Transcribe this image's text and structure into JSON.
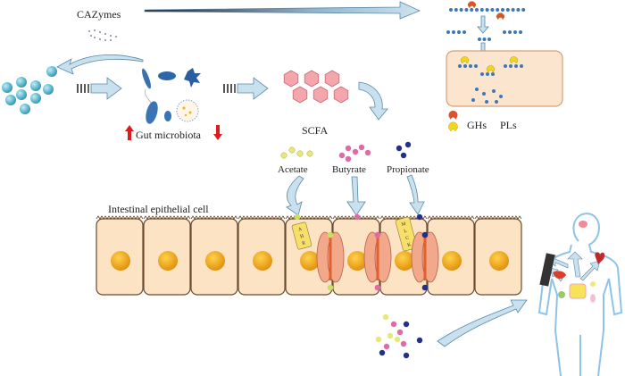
{
  "labels": {
    "cazymes": "CAZymes",
    "gut_microbiota": "Gut microbiota",
    "scfa": "SCFA",
    "acetate": "Acetate",
    "butyrate": "Butyrate",
    "propionate": "Propionate",
    "intestinal_cell": "Intestinal epithelial cell",
    "ahr": [
      "A",
      "H",
      "R"
    ],
    "mlck": [
      "M",
      "L",
      "C",
      "K"
    ],
    "ghs": "GHs",
    "pls": "PLs"
  },
  "colors": {
    "arrow_fill": "#c9e0ee",
    "arrow_stroke": "#5a89a8",
    "cell_fill": "#fbe3c4",
    "cell_stroke": "#6b4a2e",
    "nucleus": "#f3a81a",
    "monomer": "#3aa7c0",
    "scfa_hex": "#f3a7ac",
    "acetate": "#e8e87a",
    "butyrate": "#e06aa6",
    "propionate": "#23308a",
    "gh": "#e0502e",
    "pl": "#f4d71c",
    "chain": "#3d78b8",
    "box_fill": "#fbe5cf",
    "box_stroke": "#d8a070",
    "up_arrow": "#e01b1b",
    "body": "#8ec3e8"
  }
}
